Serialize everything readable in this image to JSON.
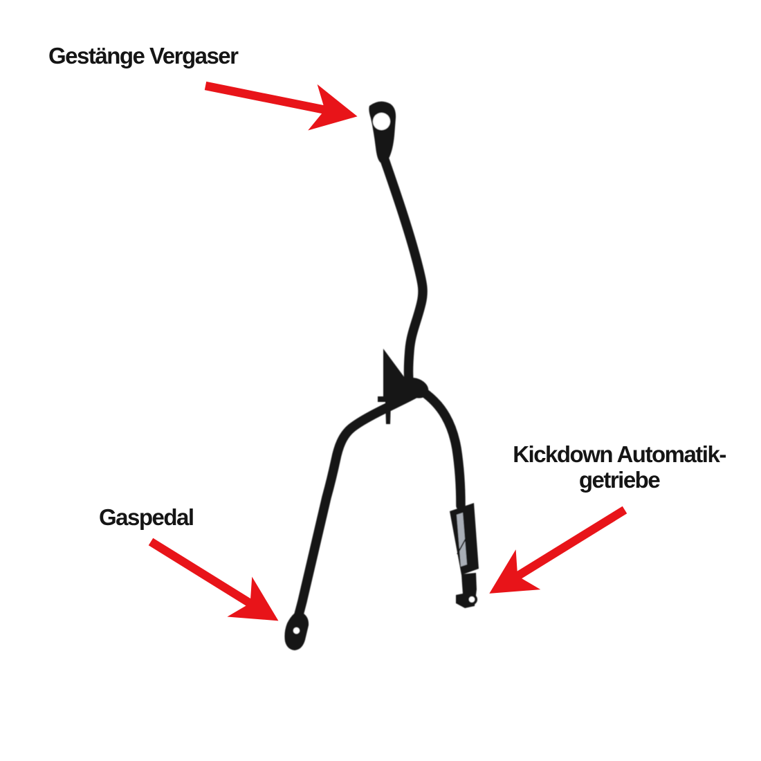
{
  "canvas": {
    "width": "1100",
    "height": "1100",
    "background": "#ffffff"
  },
  "colors": {
    "arrow_red": "#e81419",
    "part_black": "#161616",
    "blade_highlight": "#a9aeb6",
    "hole_white": "#ffffff",
    "label_text": "#151515"
  },
  "annotations": {
    "carburetor_linkage": {
      "label": "Gestänge Vergaser"
    },
    "gas_pedal": {
      "label": "Gaspedal"
    },
    "kickdown": {
      "label_line1": "Kickdown Automatik-",
      "label_line2": "getriebe"
    }
  }
}
